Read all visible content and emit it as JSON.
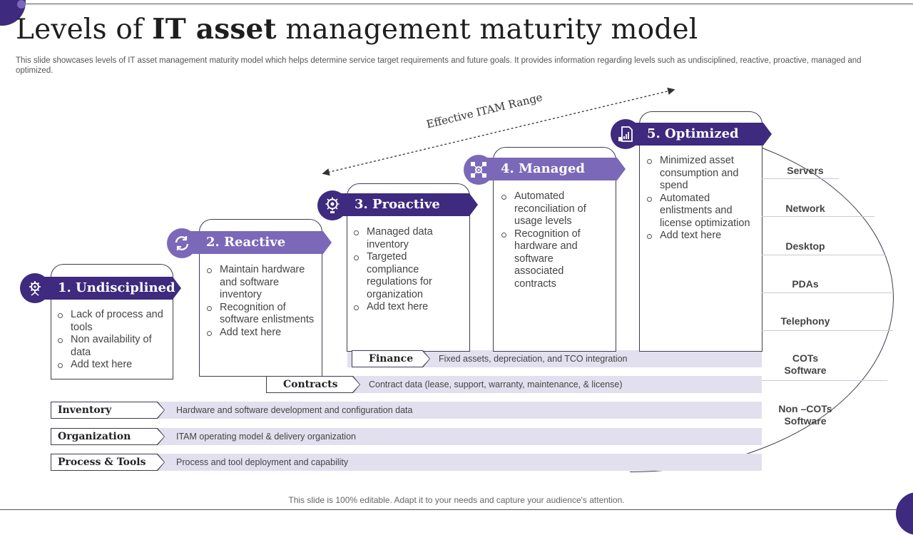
{
  "title": {
    "normal1": "Levels of ",
    "bold": "IT asset",
    "normal2": " management maturity model"
  },
  "subtitle": "This slide showcases levels of IT asset management maturity model which helps determine service target requirements and future goals. It provides information regarding levels such as undisciplined, reactive, proactive, managed and optimized.",
  "range_label": "Effective ITAM Range",
  "levels": [
    {
      "label": "1. Undisciplined",
      "icon": "gear-network-icon",
      "bullets": [
        "Lack of process and tools",
        "Non availability of data",
        "Add text here"
      ]
    },
    {
      "label": "2. Reactive",
      "icon": "refresh-icon",
      "bullets": [
        "Maintain hardware and software inventory",
        "Recognition of software enlistments",
        "Add text here"
      ]
    },
    {
      "label": "3. Proactive",
      "icon": "lightbulb-gear-icon",
      "bullets": [
        "Managed data inventory",
        "Targeted compliance regulations for organization",
        "Add text here"
      ]
    },
    {
      "label": "4. Managed",
      "icon": "network-nodes-icon",
      "bullets": [
        "Automated reconciliation of usage levels",
        "Recognition of hardware and software associated contracts"
      ]
    },
    {
      "label": "5. Optimized",
      "icon": "document-chart-icon",
      "bullets": [
        "Minimized asset consumption and spend",
        "Automated enlistments and license optimization",
        "Add text here"
      ]
    }
  ],
  "layers": [
    {
      "label": "Finance",
      "text": "Fixed assets, depreciation, and TCO integration"
    },
    {
      "label": "Contracts",
      "text": "Contract data (lease, support, warranty, maintenance, & license)"
    },
    {
      "label": "Inventory",
      "text": "Hardware and software development and configuration data"
    },
    {
      "label": "Organization",
      "text": "ITAM operating model & delivery organization"
    },
    {
      "label": "Process & Tools",
      "text": "Process and tool deployment and capability"
    }
  ],
  "categories": [
    "Servers",
    "Network",
    "Desktop",
    "PDAs",
    "Telephony",
    "COTs Software",
    "Non –COTs Software"
  ],
  "footer": "This slide is 100% editable. Adapt it to your needs and capture your audience's attention.",
  "colors": {
    "dark": "#3e2a7e",
    "light": "#7b68b8",
    "strip": "#e2e0ee"
  }
}
